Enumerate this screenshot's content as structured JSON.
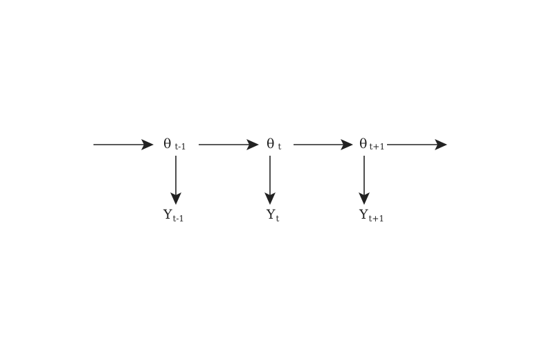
{
  "states": [
    {
      "base": "θ",
      "sub": "t-1"
    },
    {
      "base": "θ",
      "sub": "t"
    },
    {
      "base": "θ",
      "sub": "t+1"
    }
  ],
  "observations": [
    {
      "base": "Y",
      "sub": "t-1"
    },
    {
      "base": "Y",
      "sub": "t"
    },
    {
      "base": "Y",
      "sub": "t+1"
    }
  ],
  "colors": {
    "ink": "#222222",
    "background": "#ffffff"
  }
}
